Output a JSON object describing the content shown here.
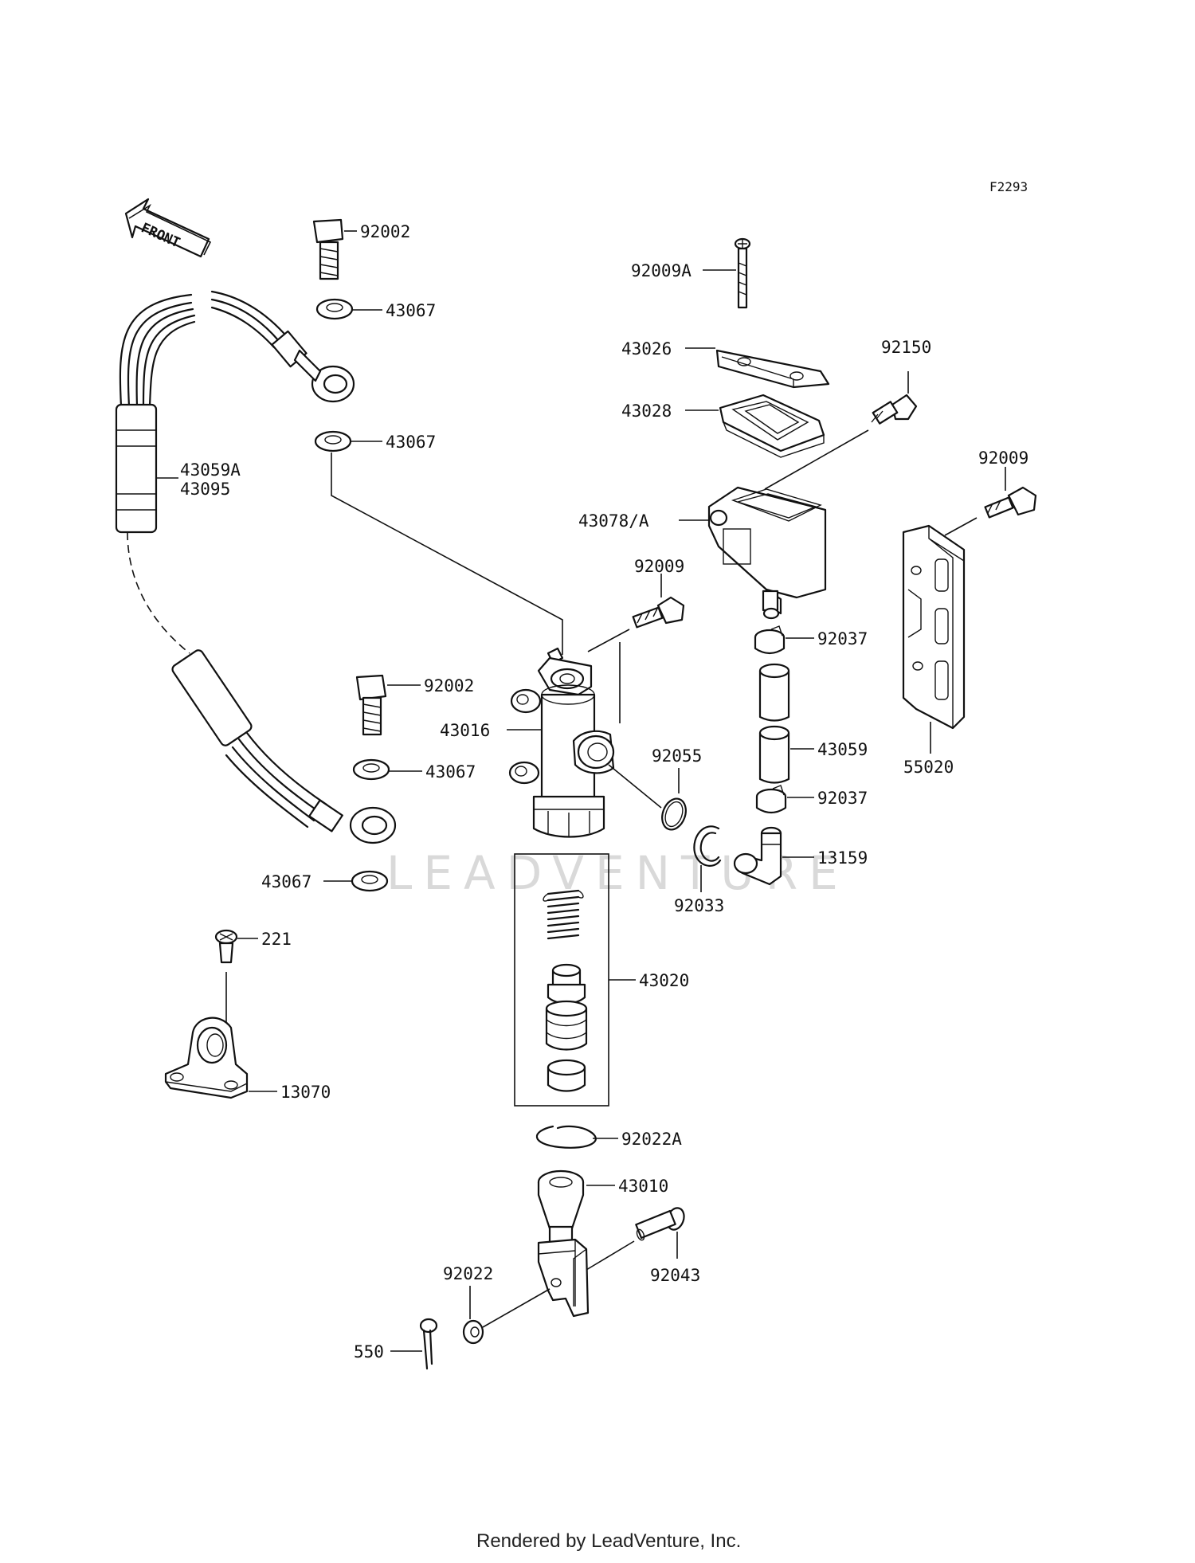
{
  "figure_code": "F2293",
  "front_arrow_label": "FRONT",
  "watermark": "LEADVENTURE",
  "footer": "Rendered by LeadVenture, Inc.",
  "parts": {
    "p92002_top": "92002",
    "p43067_a": "43067",
    "p43067_b": "43067",
    "p43059a": "43059A",
    "p43095": "43095",
    "p92009a": "92009A",
    "p43026": "43026",
    "p43028": "43028",
    "p92150": "92150",
    "p43078a": "43078/A",
    "p92009_right": "92009",
    "p92009_mid": "92009",
    "p92037_top": "92037",
    "p92002_mid": "92002",
    "p43016": "43016",
    "p43059": "43059",
    "p55020": "55020",
    "p92055": "92055",
    "p43067_c": "43067",
    "p92037_bot": "92037",
    "p13159": "13159",
    "p43067_d": "43067",
    "p92033": "92033",
    "p221": "221",
    "p43020": "43020",
    "p13070": "13070",
    "p92022a": "92022A",
    "p43010": "43010",
    "p92043": "92043",
    "p92022": "92022",
    "p550": "550"
  }
}
